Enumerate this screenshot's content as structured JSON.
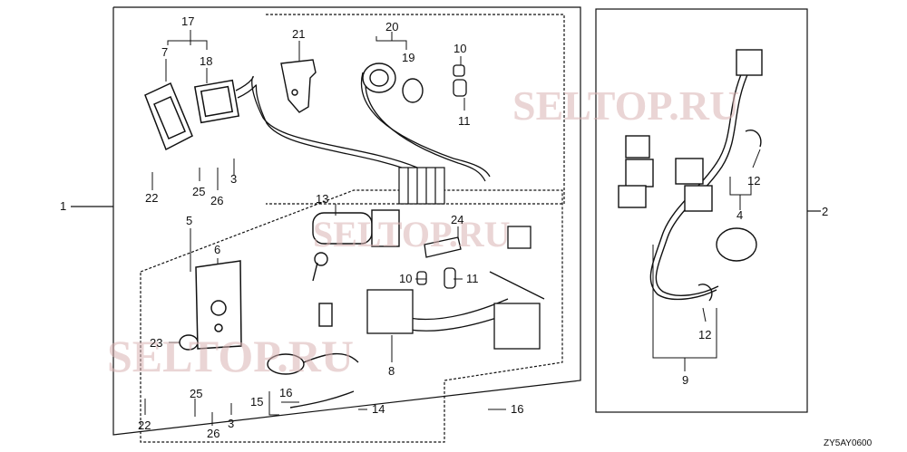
{
  "callouts": {
    "c1": "1",
    "c2": "2",
    "c3a": "3",
    "c3b": "3",
    "c4": "4",
    "c5": "5",
    "c6": "6",
    "c7": "7",
    "c8": "8",
    "c9": "9",
    "c10a": "10",
    "c10b": "10",
    "c11a": "11",
    "c11b": "11",
    "c12a": "12",
    "c12b": "12",
    "c13": "13",
    "c14": "14",
    "c15": "15",
    "c16a": "16",
    "c16b": "16",
    "c17": "17",
    "c18": "18",
    "c19": "19",
    "c20": "20",
    "c21": "21",
    "c22a": "22",
    "c22b": "22",
    "c23": "23",
    "c24": "24",
    "c25a": "25",
    "c25b": "25",
    "c26a": "26",
    "c26b": "26"
  },
  "watermarks": {
    "top_right": "SELTOP.RU",
    "center": "SELTOP.RU",
    "bottom_left": "SELTOP.RU"
  },
  "diagram_ref": "ZY5AY0600"
}
